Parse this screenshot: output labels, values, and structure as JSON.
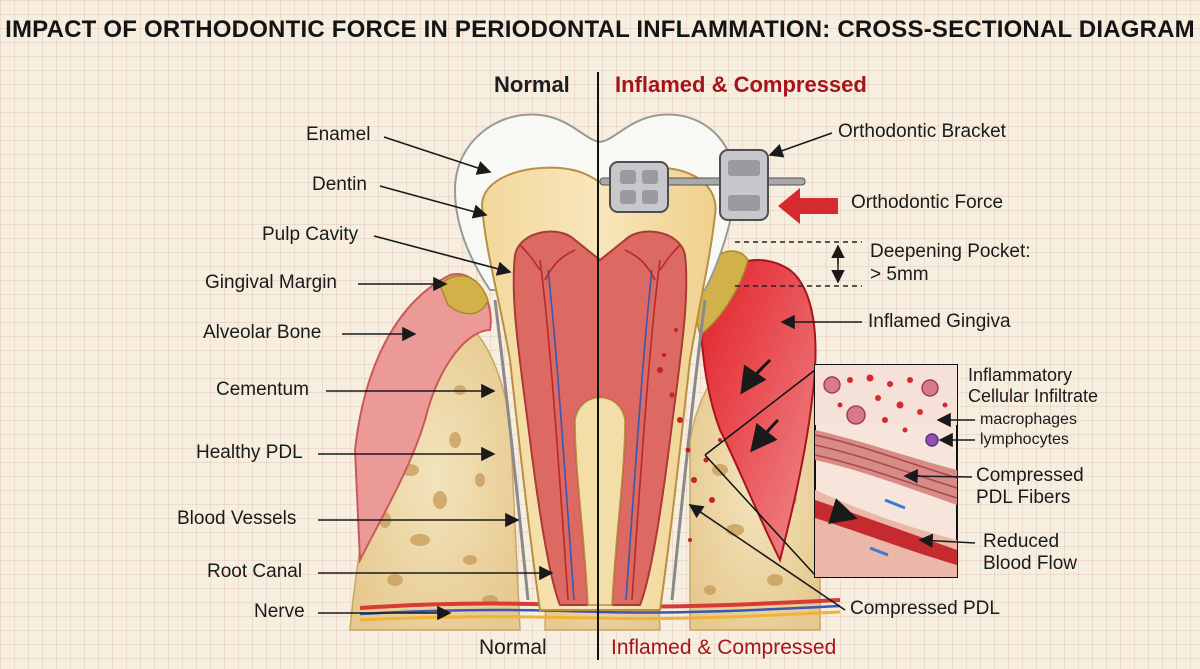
{
  "title": "IMPACT OF ORTHODONTIC FORCE IN PERIODONTAL INFLAMMATION: CROSS-SECTIONAL DIAGRAM",
  "headers": {
    "top_left": "Normal",
    "top_right": "Inflamed & Compressed",
    "bottom_left": "Normal",
    "bottom_right": "Inflamed & Compressed"
  },
  "left_labels": {
    "enamel": "Enamel",
    "dentin": "Dentin",
    "pulp_cavity": "Pulp Cavity",
    "gingival_margin": "Gingival Margin",
    "alveolar_bone": "Alveolar Bone",
    "cementum": "Cementum",
    "healthy_pdl": "Healthy PDL",
    "blood_vessels": "Blood Vessels",
    "root_canal": "Root Canal",
    "nerve": "Nerve"
  },
  "right_labels": {
    "orthodontic_bracket": "Orthodontic Bracket",
    "orthodontic_force": "Orthodontic Force",
    "deepening_pocket_line1": "Deepening Pocket:",
    "deepening_pocket_line2": "> 5mm",
    "inflamed_gingiva": "Inflamed Gingiva",
    "infiltrate_line1": "Inflammatory",
    "infiltrate_line2": "Cellular Infiltrate",
    "macrophages": "macrophages",
    "lymphocytes": "lymphocytes",
    "compressed_fibers_line1": "Compressed",
    "compressed_fibers_line2": "PDL Fibers",
    "reduced_flow_line1": "Reduced",
    "reduced_flow_line2": "Blood Flow",
    "compressed_pdl": "Compressed PDL"
  },
  "colors": {
    "enamel": "#f7f7f3",
    "dentin": "#f2d79a",
    "pulp": "#d9615a",
    "bone": "#efd9a6",
    "gingiva": "#e98b8a",
    "inflamed": "#e0262c",
    "accent_red": "#a5141b"
  }
}
